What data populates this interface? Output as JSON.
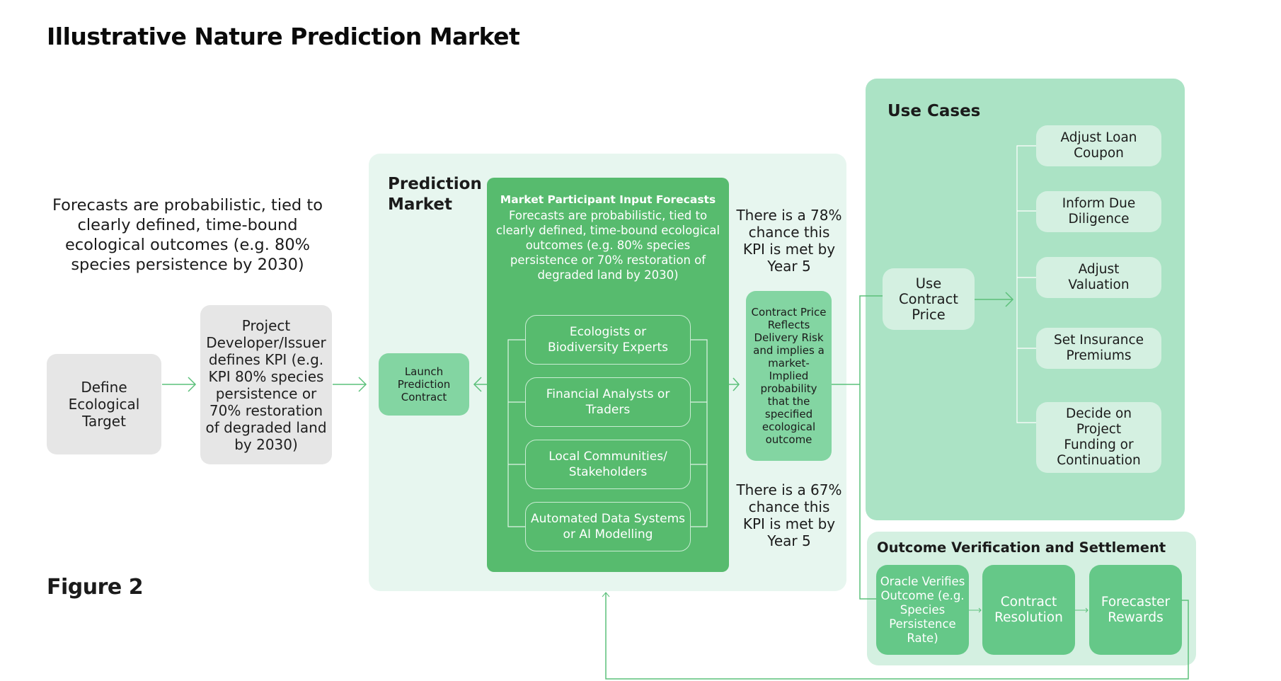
{
  "title": "Illustrative Nature Prediction Market",
  "figure_label": "Figure 2",
  "intro_note": "Forecasts are probabilistic, tied to clearly defined, time-bound ecological outcomes (e.g. 80% species persistence by 2030)",
  "steps": {
    "define_target": "Define Ecological Target",
    "project_developer": "Project Developer/Issuer defines KPI (e.g. KPI 80% species persistence or 70% restoration of degraded land by 2030)"
  },
  "prediction_market": {
    "title": "Prediction Market",
    "launch_contract": "Launch Prediction Contract",
    "participant_forecasts": {
      "heading": "Market Participant Input Forecasts",
      "description": "Forecasts are probabilistic, tied to clearly defined, time-bound ecological outcomes (e.g. 80% species persistence or 70% restoration of degraded land by 2030)",
      "participants": [
        "Ecologists or Biodiversity Experts",
        "Financial Analysts or Traders",
        "Local Communities/ Stakeholders",
        "Automated Data Systems or AI Modelling"
      ]
    },
    "chance_upper": "There is a 78% chance this KPI is met by Year 5",
    "chance_lower": "There is a 67% chance this KPI is met by Year 5",
    "contract_price": "Contract Price Reflects Delivery Risk and implies a market-Implied probability that the specified ecological outcome"
  },
  "use_cases": {
    "title": "Use Cases",
    "use_contract_price": "Use Contract Price",
    "items": [
      "Adjust Loan Coupon",
      "Inform Due Diligence",
      "Adjust Valuation",
      "Set Insurance Premiums",
      "Decide on Project Funding or Continuation"
    ]
  },
  "outcome_verification": {
    "title": "Outcome Verification and Settlement",
    "steps": [
      "Oracle Verifies Outcome (e.g. Species Persistence Rate)",
      "Contract Resolution",
      "Forecaster Rewards"
    ]
  },
  "colors": {
    "connector_green": "#5cc07a",
    "market_panel": "#e7f6ef",
    "participant_box": "#57bb6e",
    "use_case_panel": "#abe3c5",
    "light_box": "#d4f0e1",
    "gray_box": "#e6e6e6"
  }
}
